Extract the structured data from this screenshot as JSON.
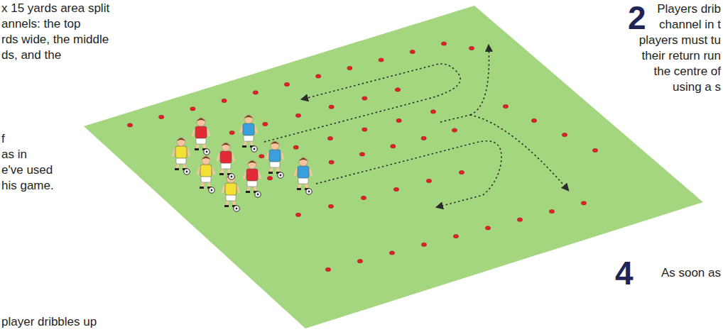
{
  "diagram": {
    "labels": [
      "x 15 yards area split",
      "annels: the top",
      "rds wide, the middle",
      "ds, and the",
      "f",
      "as in",
      "e've used",
      "his game.",
      "player dribbles up",
      "2",
      "Players drib",
      "channel in t",
      "players must tu",
      "their return run",
      "the centre of",
      "using a s",
      "4",
      "As soon as"
    ]
  }
}
